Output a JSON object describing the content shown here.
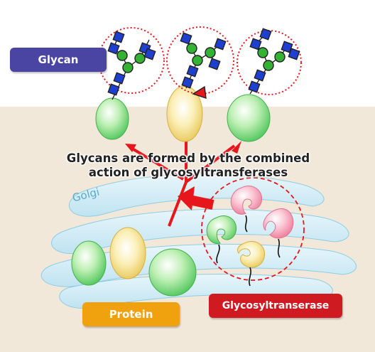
{
  "labels": {
    "glycan": "Glycan",
    "protein": "Protein",
    "glycosyltransferase": "Glycosyltranserase",
    "golgi": "Golgi"
  },
  "caption": {
    "line1": "Glycans are formed by the combined",
    "line2": "action of glycosyltransferases"
  },
  "colors": {
    "glycan_badge": "#4a45a3",
    "protein_badge": "#efa10e",
    "glycosyltransferase_badge": "#cf1a22",
    "arrow_red": "#e6161c",
    "cytoplasm_bg": "#f2e8da",
    "golgi_fill": "#cdeaf5",
    "sugar_square": "#1f3fd0",
    "sugar_circle": "#34b233"
  },
  "icons": [
    "glcnac-square-icon",
    "mannose-circle-icon",
    "fucose-triangle-icon",
    "protein-blob-icon",
    "enzyme-blob-icon"
  ]
}
